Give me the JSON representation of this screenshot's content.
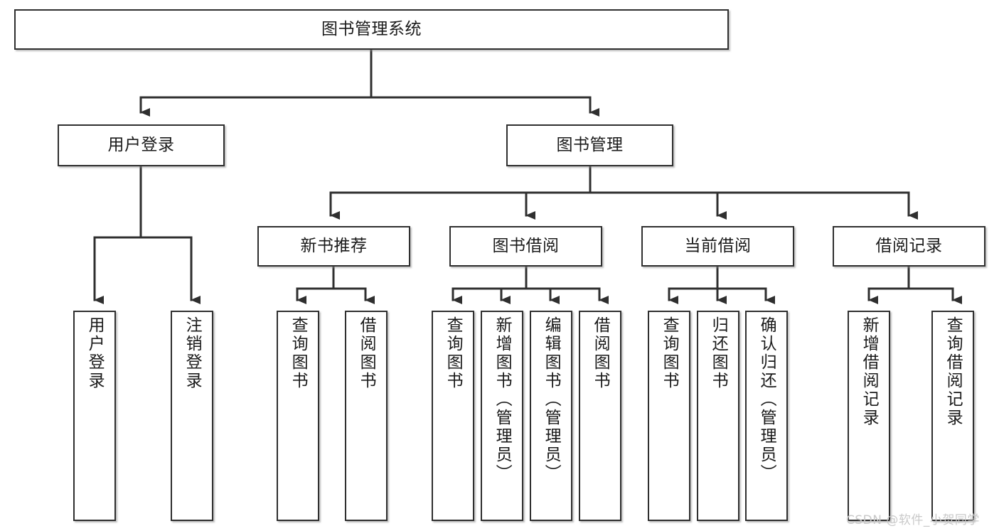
{
  "diagram": {
    "title": "图书管理系统",
    "type": "tree-hierarchy-chart",
    "watermark": "CSDN @软件_小贺同学",
    "colors": {
      "border": "#2f2f2f",
      "fill": "#ffffff",
      "text": "#1a1a1a",
      "edge": "#2f2f2f",
      "watermark": "#c9c9c9"
    },
    "nodes": {
      "root": {
        "label": "图书管理系统"
      },
      "level2": [
        {
          "id": "user-login",
          "label": "用户登录"
        },
        {
          "id": "book-manage",
          "label": "图书管理"
        }
      ],
      "level3": [
        {
          "id": "new-book-rec",
          "label": "新书推荐"
        },
        {
          "id": "book-borrow",
          "label": "图书借阅"
        },
        {
          "id": "current-borrow",
          "label": "当前借阅"
        },
        {
          "id": "borrow-record",
          "label": "借阅记录"
        }
      ],
      "leaves": {
        "user-login": [
          {
            "id": "leaf-user-login",
            "label": "用户登录"
          },
          {
            "id": "leaf-logout",
            "label": "注销登录"
          }
        ],
        "new-book-rec": [
          {
            "id": "leaf-query-book-1",
            "label": "查询图书"
          },
          {
            "id": "leaf-borrow-book-1",
            "label": "借阅图书"
          }
        ],
        "book-borrow": [
          {
            "id": "leaf-query-book-2",
            "label": "查询图书"
          },
          {
            "id": "leaf-add-book",
            "label": "新增图书（管理员）"
          },
          {
            "id": "leaf-edit-book",
            "label": "编辑图书（管理员）"
          },
          {
            "id": "leaf-borrow-book-2",
            "label": "借阅图书"
          }
        ],
        "current-borrow": [
          {
            "id": "leaf-query-book-3",
            "label": "查询图书"
          },
          {
            "id": "leaf-return-book",
            "label": "归还图书"
          },
          {
            "id": "leaf-confirm-return",
            "label": "确认归还（管理员）"
          }
        ],
        "borrow-record": [
          {
            "id": "leaf-add-record",
            "label": "新增借阅记录"
          },
          {
            "id": "leaf-query-record",
            "label": "查询借阅记录"
          }
        ]
      }
    }
  }
}
